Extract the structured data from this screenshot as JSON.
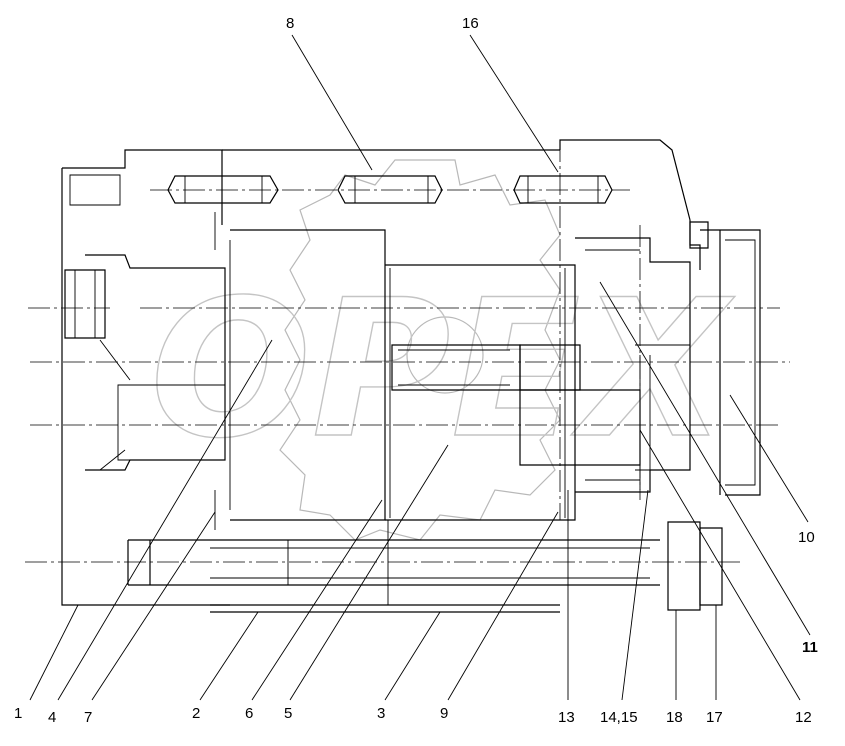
{
  "watermark": "OPEX",
  "callouts": [
    {
      "id": "1",
      "text": "1"
    },
    {
      "id": "2",
      "text": "2"
    },
    {
      "id": "3",
      "text": "3"
    },
    {
      "id": "4",
      "text": "4"
    },
    {
      "id": "5",
      "text": "5"
    },
    {
      "id": "6",
      "text": "6"
    },
    {
      "id": "7",
      "text": "7"
    },
    {
      "id": "8",
      "text": "8"
    },
    {
      "id": "9",
      "text": "9"
    },
    {
      "id": "10",
      "text": "10"
    },
    {
      "id": "11",
      "text": "11"
    },
    {
      "id": "12",
      "text": "12"
    },
    {
      "id": "13",
      "text": "13"
    },
    {
      "id": "14_15",
      "text": "14,15"
    },
    {
      "id": "16",
      "text": "16"
    },
    {
      "id": "17",
      "text": "17"
    },
    {
      "id": "18",
      "text": "18"
    }
  ]
}
